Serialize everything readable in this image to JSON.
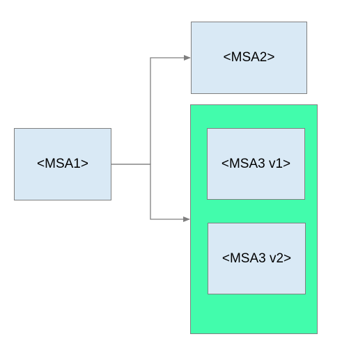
{
  "diagram": {
    "nodes": {
      "msa1": {
        "label": "<MSA1>"
      },
      "msa2": {
        "label": "<MSA2>"
      },
      "msa3v1": {
        "label": "<MSA3 v1>"
      },
      "msa3v2": {
        "label": "<MSA3 v2>"
      }
    },
    "edges": [
      {
        "from": "msa1",
        "to": "msa2"
      },
      {
        "from": "msa1",
        "to": "msa3-group"
      }
    ],
    "colors": {
      "node_fill": "#d9e9f5",
      "group_fill": "#42fcac",
      "border": "#7f7f7f",
      "connector": "#7f7f7f"
    }
  }
}
